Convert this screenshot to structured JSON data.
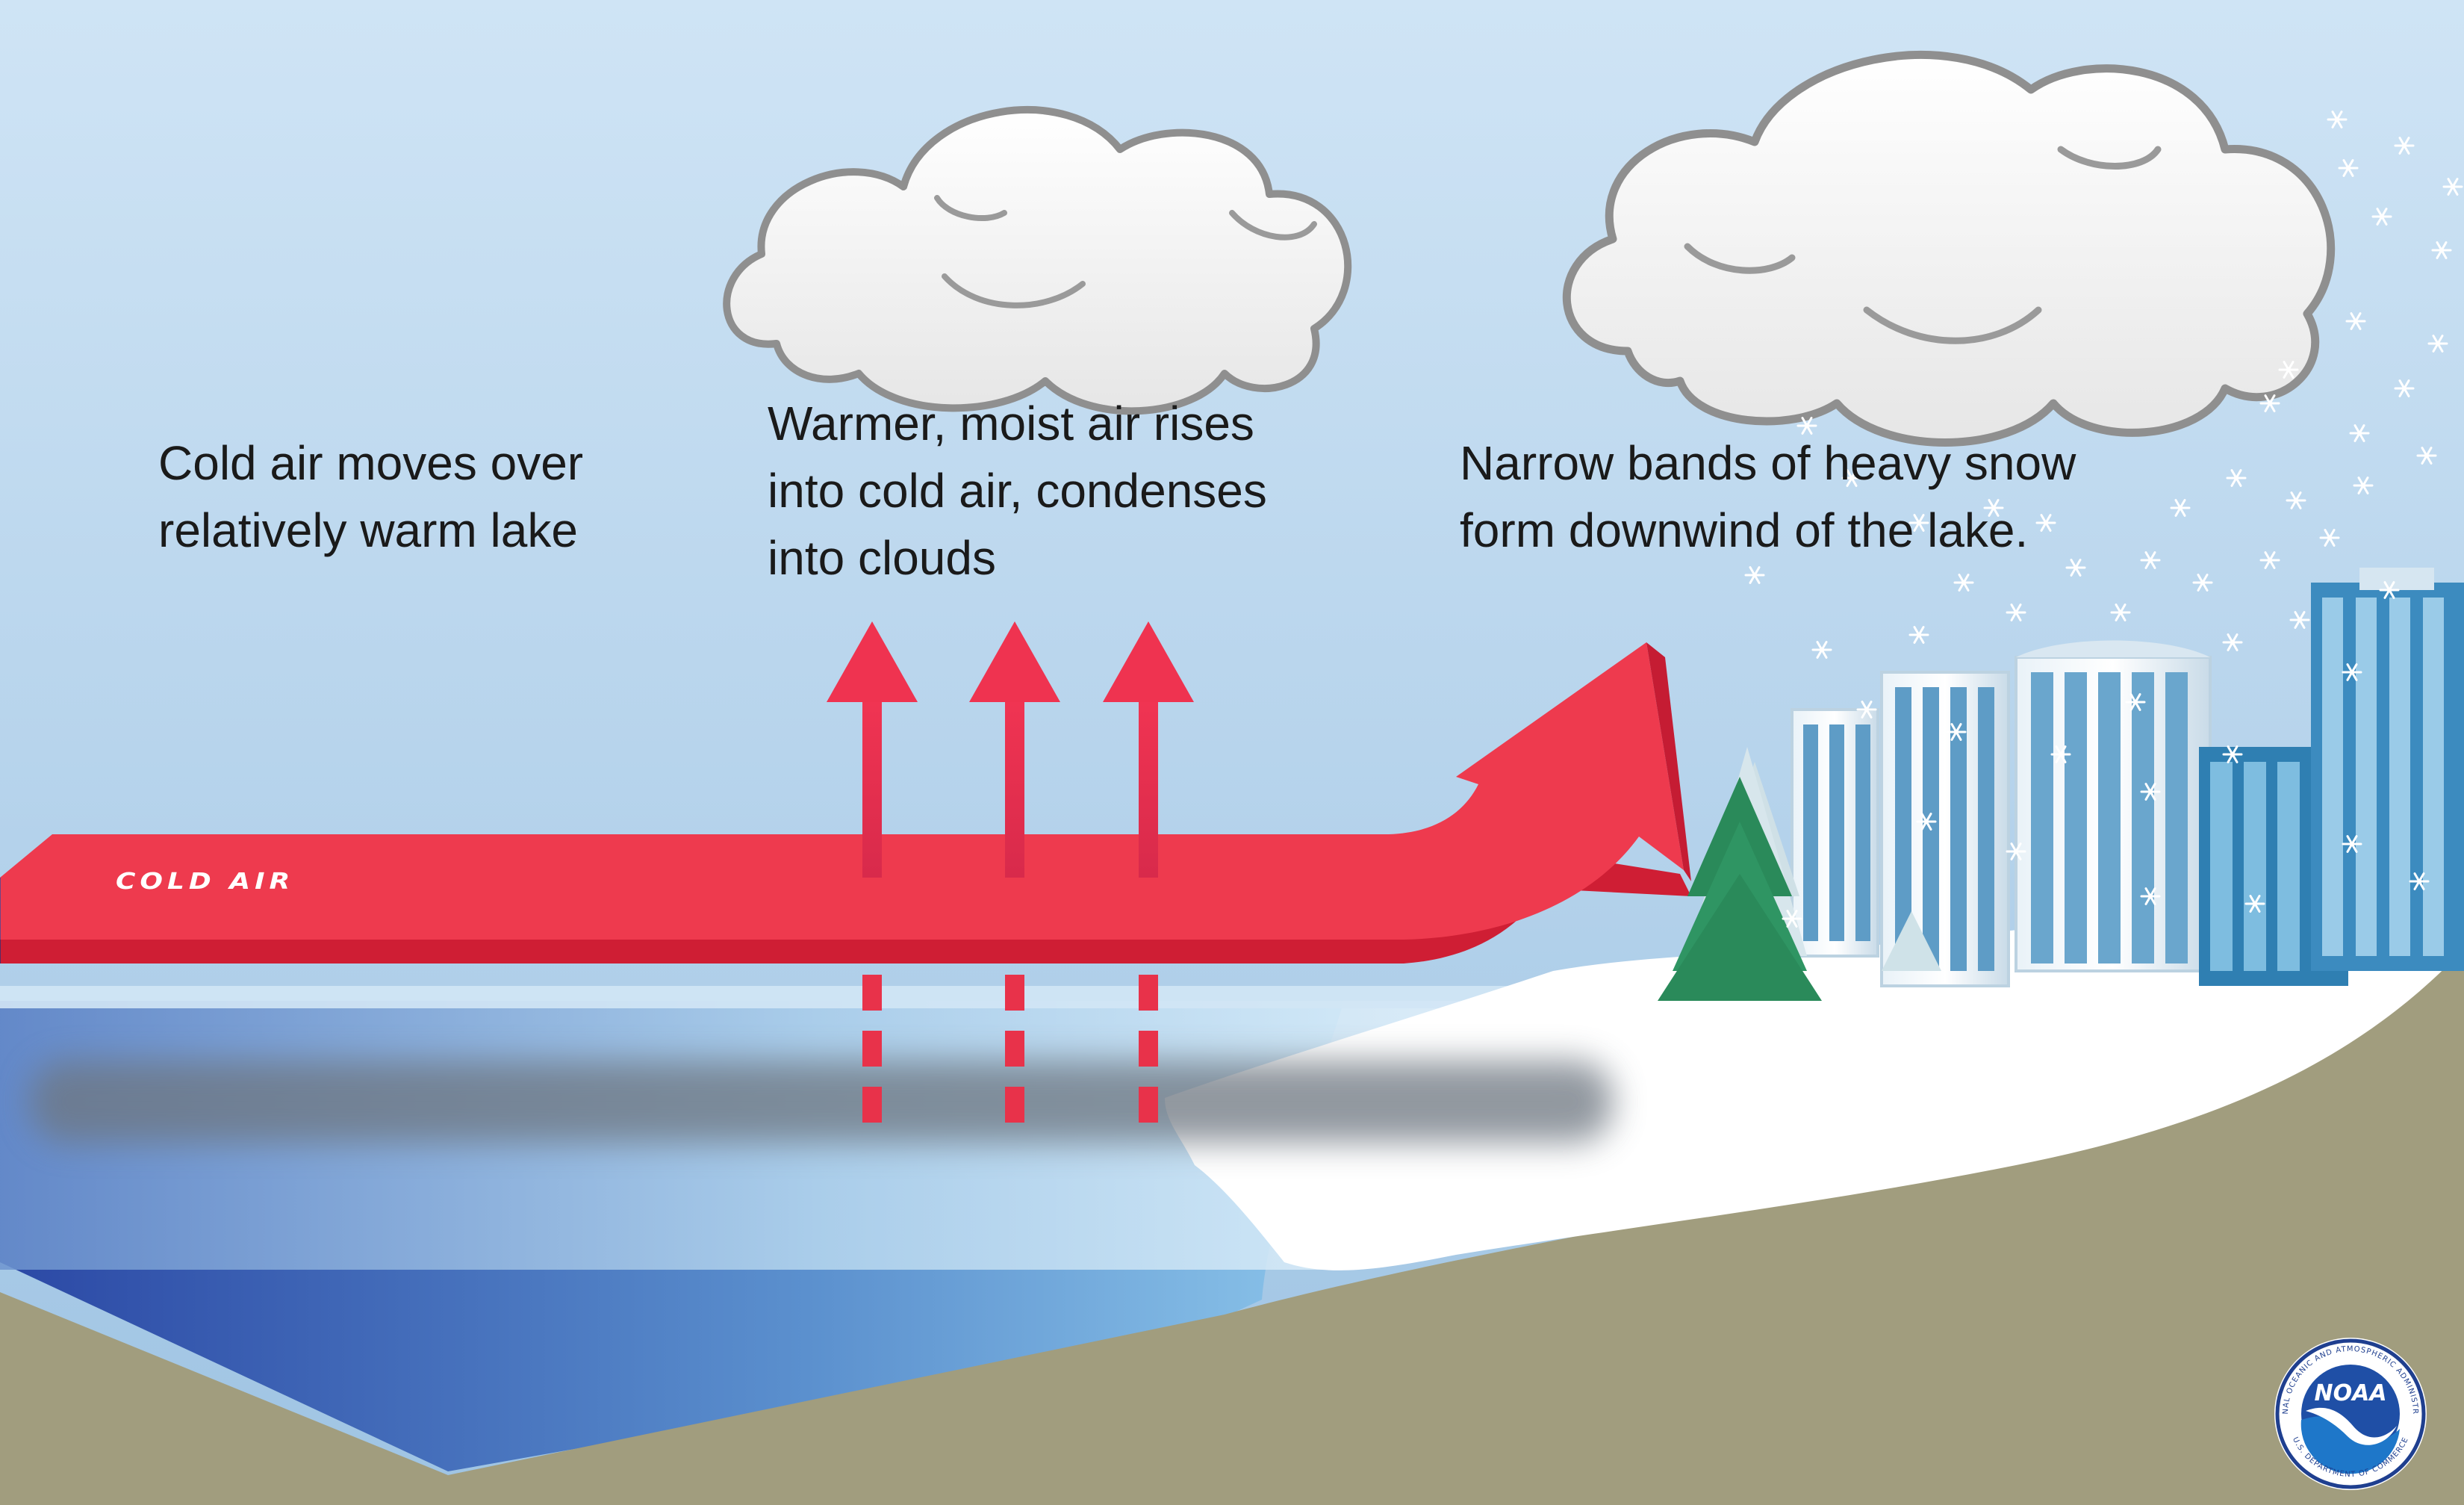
{
  "labels": {
    "cold_air_band": "COLD AIR",
    "step1": [
      "Cold air moves over",
      "relatively warm lake"
    ],
    "step2": [
      "Warmer, moist air rises",
      "into cold air, condenses",
      "into clouds"
    ],
    "step3": [
      "Narrow bands of heavy snow",
      "form downwind of the lake."
    ]
  },
  "logo": {
    "name": "NOAA",
    "ring_top": "NATIONAL OCEANIC AND ATMOSPHERIC ADMINISTRATION",
    "ring_bottom": "U.S. DEPARTMENT OF COMMERCE"
  },
  "colors": {
    "cold_air": "#2d3f95",
    "warm_air": "#e8324a",
    "lake": "#4a82c4",
    "snow": "#ffffff",
    "ground": "#a19d7e",
    "sky": "#c4ddf1"
  }
}
